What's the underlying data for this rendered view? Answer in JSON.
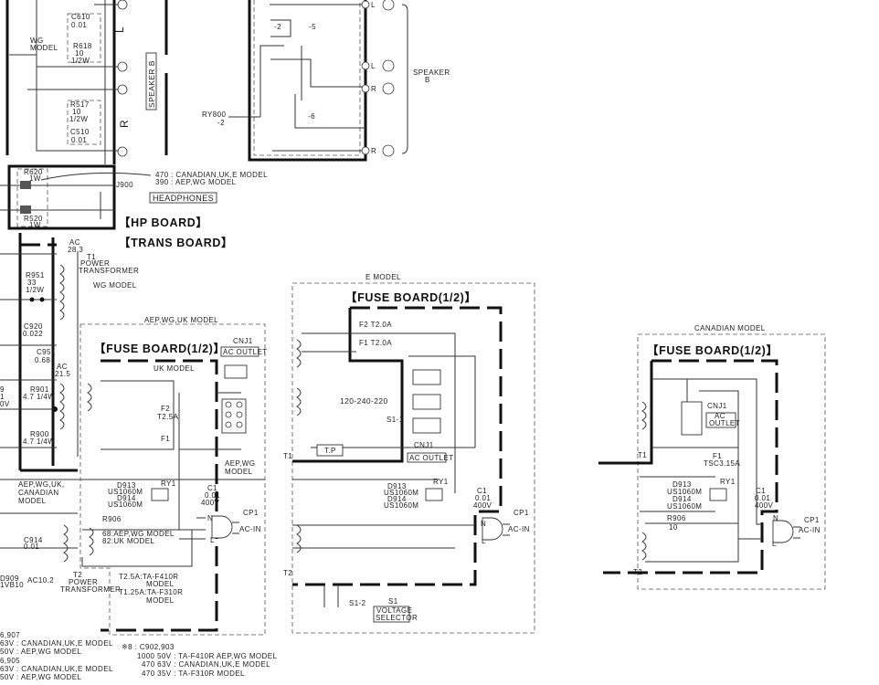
{
  "speaker_section": {
    "c610": [
      "C610",
      "0.01"
    ],
    "wg_model": [
      "WG",
      "MODEL"
    ],
    "r618": [
      "R618",
      "10",
      "1/2W"
    ],
    "r517": [
      "R517",
      "10",
      "1/2W"
    ],
    "c510": [
      "C510",
      "0.01"
    ],
    "l": "L",
    "r": "R",
    "speaker_b_vertical": "SPEAKER B",
    "relay": {
      "minus2": "-2",
      "minus5": "-5",
      "minus6": "-6",
      "ry800": [
        "RY800",
        "-2"
      ]
    },
    "terminals": [
      "L",
      "L",
      "R",
      "R"
    ],
    "speaker_b": [
      "SPEAKER",
      "B"
    ]
  },
  "hp_board": {
    "note": [
      "470 : CANADIAN,UK,E MODEL",
      "390 : AEP,WG MODEL"
    ],
    "r620": [
      "R620",
      "1W"
    ],
    "r520": [
      "R520",
      "1W"
    ],
    "j900": "J900",
    "headphones": "HEADPHONES",
    "title": "【HP BOARD】"
  },
  "trans_board": {
    "title": "【TRANS BOARD】",
    "ac283": [
      "AC",
      "28.3"
    ],
    "t1": [
      "T1",
      "POWER",
      "TRANSFORMER"
    ],
    "wg_model": "WG MODEL",
    "r951": [
      "R951",
      "33",
      "1/2W"
    ],
    "c920": [
      "C920",
      "0.022"
    ],
    "c951": [
      "C951",
      "0.68"
    ],
    "ac215": [
      "AC",
      "21.5"
    ],
    "r901": [
      "R901",
      "4.7 1/4W"
    ],
    "r900": [
      "R900",
      "4.7 1/4W"
    ],
    "partial": [
      "9",
      "1",
      "0V"
    ],
    "model_note": [
      "AEP,WG,UK,",
      "CANADIAN",
      "MODEL"
    ],
    "c914": [
      "C914",
      "0.01"
    ],
    "d909": [
      "D909",
      "1VB10"
    ],
    "ac102": "AC10.2",
    "t2": [
      "T2",
      "POWER",
      "TRANSFORMER"
    ]
  },
  "fuse_aep": {
    "region": "AEP,WG,UK MODEL",
    "title": "【FUSE BOARD(1/2)】",
    "cnj1": [
      "CNJ1",
      "AC OUTLET"
    ],
    "uk_model": "UK MODEL",
    "f2": [
      "F2",
      "T2.5A"
    ],
    "f1": "F1",
    "aep_wg": [
      "AEP,WG",
      "MODEL"
    ],
    "diodes": [
      "D913",
      "US1060M",
      "D914",
      "US1060M"
    ],
    "ry1": "RY1",
    "c1": [
      "C1",
      "0.01",
      "400V"
    ],
    "cp1": [
      "CP1",
      "AC-IN"
    ],
    "r906": "R906",
    "r906_note": [
      "68:AEP,WG MODEL",
      "82:UK MODEL"
    ],
    "nl": [
      "N",
      "L"
    ],
    "fuse_note": [
      "T2.5A:TA-F410R",
      "MODEL",
      "T1.25A:TA-F310R",
      "MODEL"
    ]
  },
  "fuse_e": {
    "region": "E MODEL",
    "title": "【FUSE BOARD(1/2)】",
    "f2": "F2  T2.0A",
    "f1": "F1  T2.0A",
    "selector": "120-240-220",
    "s1_1": "S1-1",
    "tp": "T.P",
    "cnj1": [
      "CNJ1",
      "AC OUTLET"
    ],
    "t1": "T1",
    "t2": "T2",
    "diodes": [
      "D913",
      "US1060M",
      "D914",
      "US1060M"
    ],
    "ry1": "RY1",
    "c1": [
      "C1",
      "0.01",
      "400V"
    ],
    "cp1": [
      "CP1",
      "AC-IN"
    ],
    "nl": [
      "N",
      "L"
    ],
    "s1_2": "S1-2",
    "s1": "S1",
    "voltage_selector": [
      "VOLTAGE",
      "SELECTOR"
    ]
  },
  "fuse_canadian": {
    "region": "CANADIAN MODEL",
    "title": "【FUSE BOARD(1/2)】",
    "cnj1": [
      "CNJ1",
      "AC",
      "OUTLET"
    ],
    "t1": "T1",
    "t2": "T2",
    "f1": [
      "F1",
      "TSC3.15A"
    ],
    "diodes": [
      "D913",
      "US1060M",
      "D914",
      "US1060M"
    ],
    "ry1": "RY1",
    "c1": [
      "C1",
      "0.01",
      "400V"
    ],
    "cp1": [
      "CP1",
      "AC-IN"
    ],
    "nl": [
      "N",
      "L"
    ],
    "r906": [
      "R906",
      "10"
    ]
  },
  "notes": {
    "left": [
      "6,907",
      "63V : CANADIAN,UK,E  MODEL",
      "50V : AEP,WG MODEL",
      "6,905",
      "63V : CANADIAN,UK,E MODEL",
      "50V : AEP,WG MODEL"
    ],
    "c902": [
      "※8 : C902,903",
      "1000  50V : TA-F410R AEP,WG  MODEL",
      "470  63V : CANADIAN,UK,E  MODEL",
      "470  35V : TA-F310R  MODEL"
    ]
  }
}
